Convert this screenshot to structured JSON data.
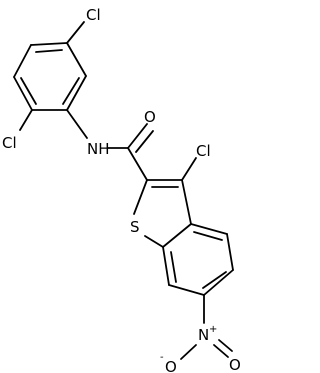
{
  "molecule": {
    "atom_labels": {
      "cl_top": "Cl",
      "cl_left": "Cl",
      "nh": "NH",
      "o_carbonyl": "O",
      "cl_ring": "Cl",
      "s": "S",
      "n_nitro": "N",
      "n_charge": "+",
      "o_nitro_left": "O",
      "o_nitro_left_charge": "-",
      "o_nitro_right": "O"
    }
  }
}
